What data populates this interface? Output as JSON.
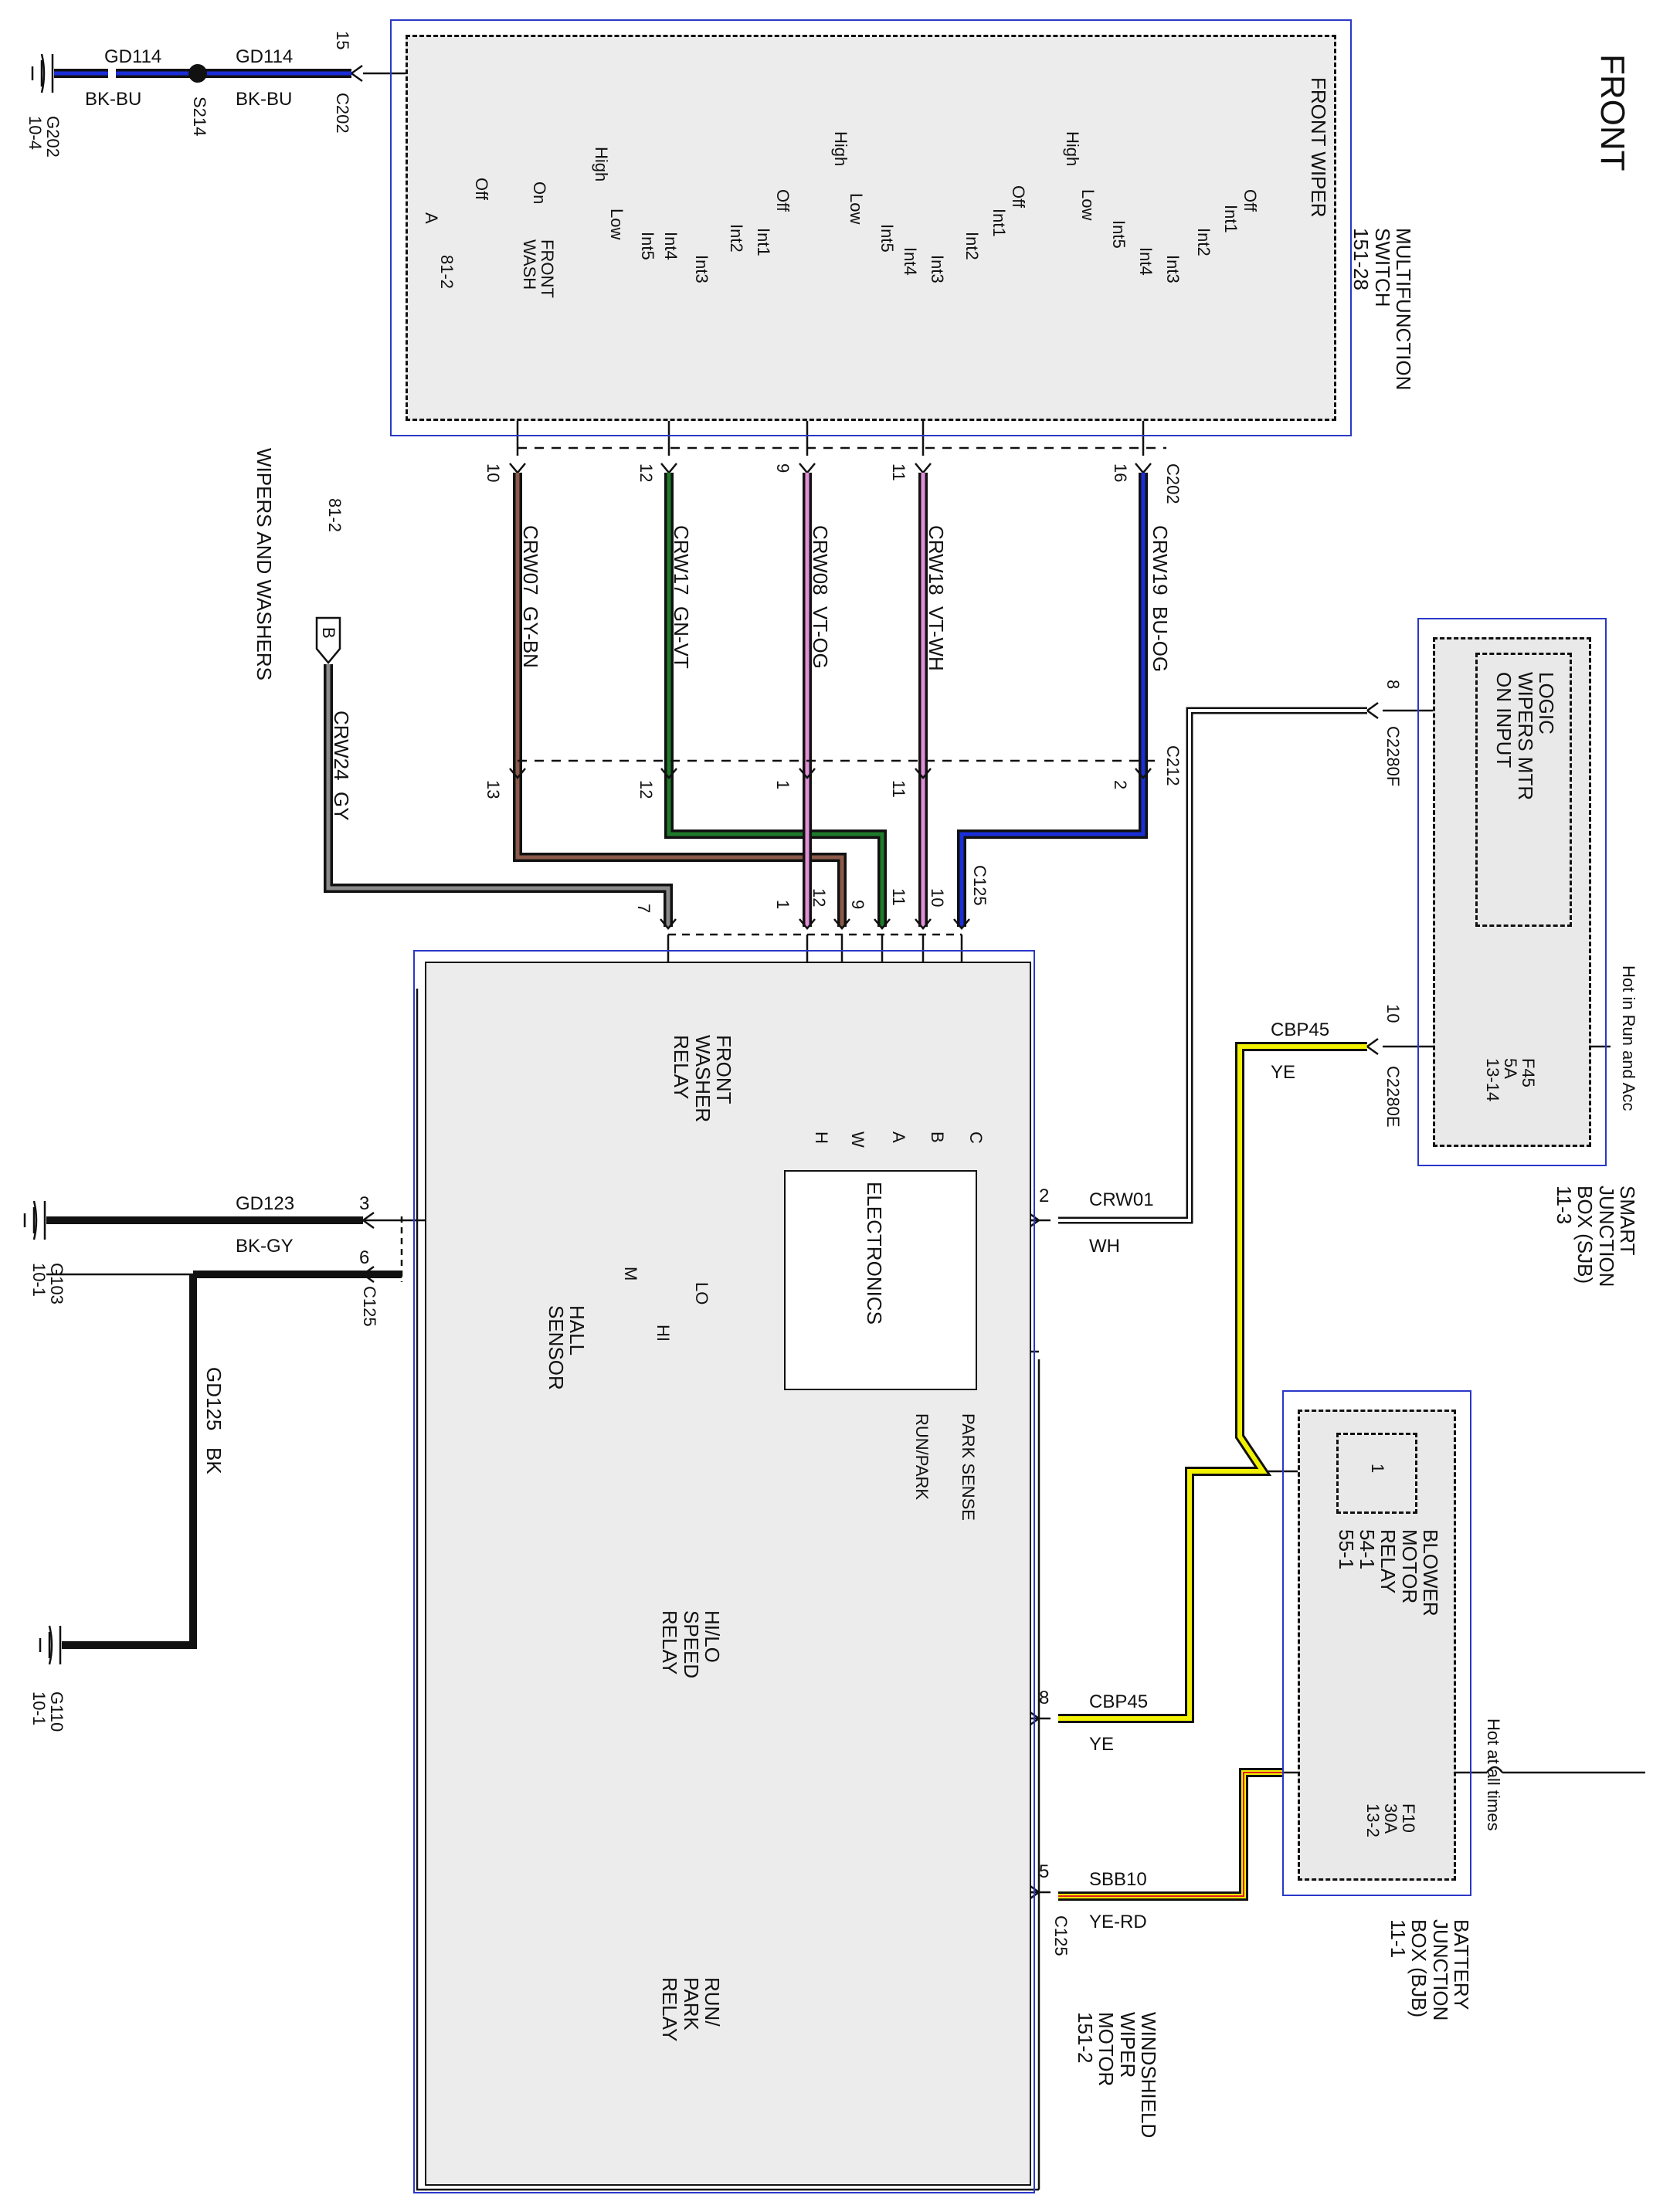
{
  "header": {
    "title": "FRONT"
  },
  "multifunction_switch": {
    "section_title": "FRONT WIPER",
    "component": "MULTIFUNCTION\nSWITCH\n151-28",
    "front_wash": "FRONT\nWASH",
    "off": "Off",
    "on": "On",
    "ref": "81-2",
    "ref_letter": "A",
    "high": "High",
    "low": "Low",
    "int1": "Int1",
    "int2": "Int2",
    "int3": "Int3",
    "int4": "Int4",
    "int5": "Int5"
  },
  "connectors": {
    "c202": "C202",
    "c212": "C212",
    "c125": "C125",
    "c2280f": "C2280F",
    "c2280e": "C2280E",
    "s214": "S214"
  },
  "grounds": {
    "g202": "G202\n10-4",
    "g103": "G103\n10-1",
    "g110": "G110\n10-1"
  },
  "wires": {
    "gd114": "GD114",
    "bk_bu": "BK-BU",
    "crw07": "CRW07  GY-BN",
    "crw17": "CRW17  GN-VT",
    "crw08": "CRW08  VT-OG",
    "crw18": "CRW18  VT-WH",
    "crw19": "CRW19  BU-OG",
    "crw24": "CRW24  GY",
    "gd123": "GD123",
    "bk_gy": "BK-GY",
    "gd125": "GD125   BK",
    "crw01": "CRW01",
    "wh": "WH",
    "cbp45": "CBP45",
    "ye": "YE",
    "sbb10": "SBB10",
    "ye_rd": "YE-RD"
  },
  "pins": {
    "p15": "15",
    "p10": "10",
    "p12": "12",
    "p9": "9",
    "p11": "11",
    "p16": "16",
    "p13": "13",
    "p1": "1",
    "p2": "2",
    "p7": "7",
    "p3": "3",
    "p6": "6",
    "p8": "8",
    "p5": "5"
  },
  "wipers_ref": {
    "title": "WIPERS AND WASHERS",
    "ref": "81-2",
    "letter": "B"
  },
  "motor": {
    "component": "WINDSHIELD\nWIPER\nMOTOR\n151-2",
    "front_washer_relay": "FRONT\nWASHER\nRELAY",
    "electronics": "ELECTRONICS",
    "hall_sensor": "HALL\nSENSOR",
    "lo": "LO",
    "hi": "HI",
    "m": "M",
    "run_park": "RUN/PARK",
    "park_sense": "PARK SENSE",
    "hilo_relay": "HI/LO\nSPEED\nRELAY",
    "run_park_relay": "RUN/\nPARK\nRELAY",
    "h": "H",
    "w": "W",
    "a": "A",
    "b": "B",
    "c": "C"
  },
  "sjb": {
    "component": "SMART\nJUNCTION\nBOX (SJB)\n11-3",
    "hot": "Hot in Run and Acc",
    "logic": "LOGIC\nWIPERS MTR\nON INPUT",
    "fuse": "F45\n5A\n13-14"
  },
  "blower": {
    "relay": "BLOWER\nMOTOR\nRELAY\n54-1\n55-1",
    "pin": "1"
  },
  "bjb": {
    "component": "BATTERY\nJUNCTION\nBOX (BJB)\n11-1",
    "hot": "Hot at all times",
    "fuse": "F10\n30A\n13-2"
  },
  "colors": {
    "blue_box": "#2a38c8",
    "gy_bn": "#8b5a4a",
    "gn_vt": "#1f7a2a",
    "vt": "#e38fd8",
    "bu": "#1a2fd8",
    "yellow": "#f2f200",
    "red": "#e02020",
    "gray_wire": "#8a8a8a"
  }
}
